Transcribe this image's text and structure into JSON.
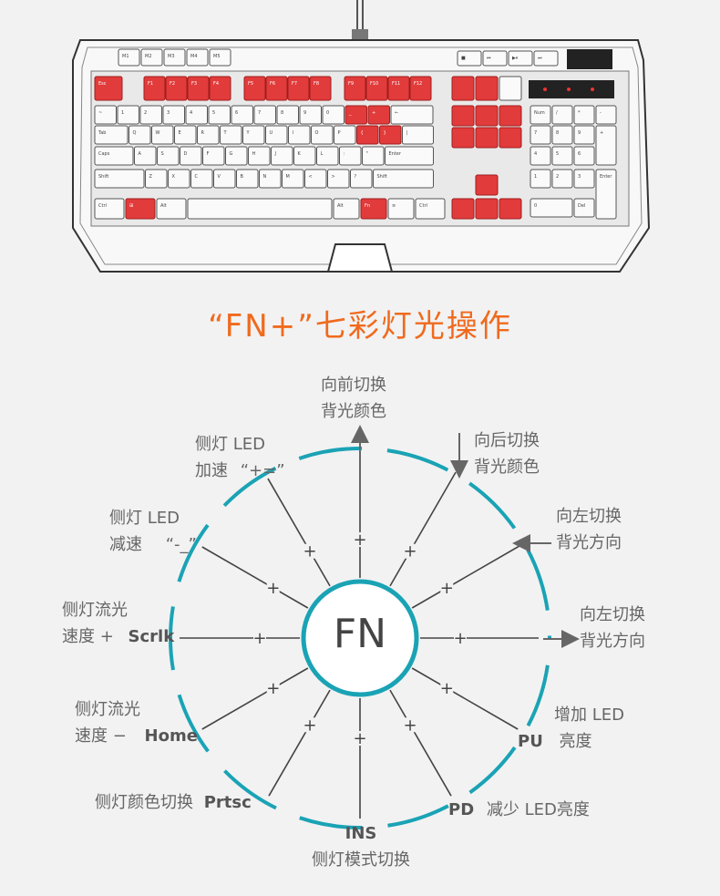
{
  "title": "“FN+”七彩灯光操作",
  "keyboard": {
    "macro_keys": [
      "M1",
      "M2",
      "M3",
      "M4",
      "M5"
    ],
    "media_keys": [
      "■",
      "⏮",
      "▶⏸",
      "⏭"
    ],
    "row1": [
      "Esc",
      "F1",
      "F2",
      "F3",
      "F4",
      "F5",
      "F6",
      "F7",
      "F8",
      "F9",
      "F10",
      "F11",
      "F12"
    ],
    "row2": [
      "~",
      "1",
      "2",
      "3",
      "4",
      "5",
      "6",
      "7",
      "8",
      "9",
      "0",
      "_",
      "+",
      "←"
    ],
    "row3": [
      "Tab",
      "Q",
      "W",
      "E",
      "R",
      "T",
      "Y",
      "U",
      "I",
      "O",
      "P",
      "{",
      "}",
      "|"
    ],
    "row4": [
      "Caps",
      "A",
      "S",
      "D",
      "F",
      "G",
      "H",
      "J",
      "K",
      "L",
      ":",
      "\"",
      "Enter"
    ],
    "row5": [
      "Shift",
      "Z",
      "X",
      "C",
      "V",
      "B",
      "N",
      "M",
      "<",
      ">",
      "?",
      "Shift"
    ],
    "row6": [
      "Ctrl",
      "⊞",
      "Alt",
      "Alt",
      "Fn",
      "≡",
      "Ctrl"
    ],
    "numpad": [
      "Num",
      "/",
      "*",
      "-",
      "7",
      "8",
      "9",
      "+",
      "4",
      "5",
      "6",
      "1",
      "2",
      "3",
      "Enter",
      "0",
      "Del"
    ]
  },
  "diagram": {
    "center_label": "FN",
    "plus": "+",
    "accent_color": "#1aa3b5",
    "labels": {
      "up_line1": "向前切换",
      "up_line2": "背光颜色",
      "down_line1": "向后切换",
      "down_line2": "背光颜色",
      "left_line1": "向左切换",
      "left_line2": "背光方向",
      "right_line1": "向左切换",
      "right_line2": "背光方向",
      "plus_line1": "侧灯 LED",
      "plus_line2": "加速",
      "plus_key": "“+=”",
      "minus_line1": "侧灯 LED",
      "minus_line2": "减速",
      "minus_key": "“-_”",
      "scrlk_line1": "侧灯流光",
      "scrlk_line2": "速度 +",
      "scrlk_key": "Scrlk",
      "home_line1": "侧灯流光",
      "home_line2": "速度 −",
      "home_key": "Home",
      "prtsc_text": "侧灯颜色切换",
      "prtsc_key": "Prtsc",
      "ins_key": "INS",
      "ins_text": "侧灯模式切换",
      "pd_key": "PD",
      "pd_text": "减少 LED亮度",
      "pu_key": "PU",
      "pu_line1": "增加 LED",
      "pu_line2": "亮度"
    }
  }
}
